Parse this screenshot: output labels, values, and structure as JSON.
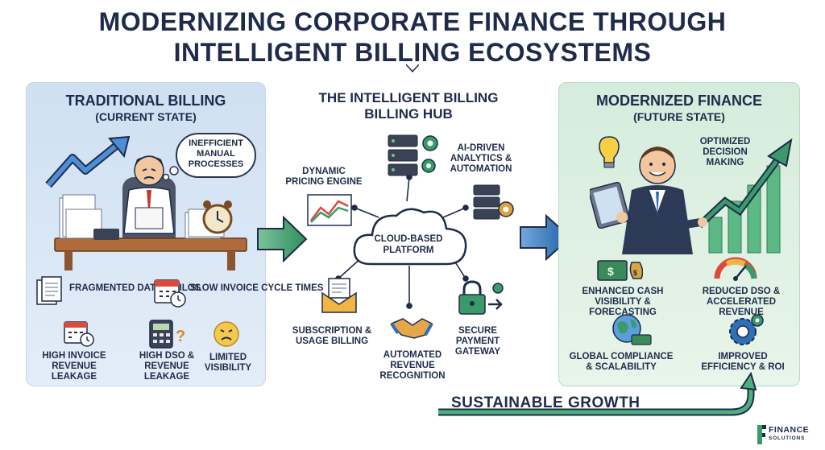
{
  "title": {
    "line1": "MODERNIZING CORPORATE FINANCE THROUGH",
    "line2": "INTELLIGENT BILLING ECOSYSTEMS"
  },
  "left_panel": {
    "heading": "TRADITIONAL BILLING",
    "subheading": "(CURRENT STATE)",
    "thought_bubble": "INEFFICIENT MANUAL PROCESSES",
    "items": [
      {
        "label": "FRAGMENTED DATA & SILOS",
        "icon": "documents-icon"
      },
      {
        "label": "SLOW INVOICE CYCLE TIMES",
        "icon": "calendar-clock-icon"
      },
      {
        "label": "HIGH INVOICE REVENUE LEAKAGE",
        "icon": "calendar-clock-icon"
      },
      {
        "label": "HIGH DSO & REVENUE LEAKAGE",
        "icon": "calculator-icon"
      },
      {
        "label": "LIMITED VISIBILITY",
        "icon": "worried-face-icon"
      }
    ]
  },
  "center": {
    "heading_line1": "THE INTELLIGENT BILLING",
    "heading_line2": "BILLING HUB",
    "cloud": "CLOUD-BASED PLATFORM",
    "nodes": [
      {
        "label": "DYNAMIC PRICING ENGINE",
        "icon": "chart-icon"
      },
      {
        "label": "AI-DRIVEN ANALYTICS & AUTOMATION",
        "icon": "server-gear-icon"
      },
      {
        "label": "SUBSCRIPTION & USAGE BILLING",
        "icon": "envelope-icon"
      },
      {
        "label": "AUTOMATED REVENUE RECOGNITION",
        "icon": "handshake-icon"
      },
      {
        "label": "SECURE PAYMENT GATEWAY",
        "icon": "lock-icon"
      }
    ]
  },
  "right_panel": {
    "heading": "MODERNIZED FINANCE",
    "subheading": "(FUTURE STATE)",
    "top_label": "OPTIMIZED DECISION MAKING",
    "items": [
      {
        "label": "ENHANCED CASH VISIBILITY & FORECASTING",
        "icon": "cash-icon"
      },
      {
        "label": "REDUCED DSO & ACCELERATED REVENUE",
        "icon": "gauge-icon"
      },
      {
        "label": "GLOBAL COMPLIANCE & SCALABILITY",
        "icon": "globe-icon"
      },
      {
        "label": "IMPROVED EFFICIENCY & ROI",
        "icon": "gear-icon"
      }
    ]
  },
  "footer": {
    "growth": "SUSTAINABLE GROWTH",
    "logo_line1": "FINANCE",
    "logo_line2": "SOLUTIONS"
  },
  "colors": {
    "navy": "#1f2b4a",
    "left_panel": "#cfe0f2",
    "right_panel": "#d5ecdc",
    "arrow_green": "#3a9a6a",
    "arrow_blue": "#2e6fb5"
  }
}
